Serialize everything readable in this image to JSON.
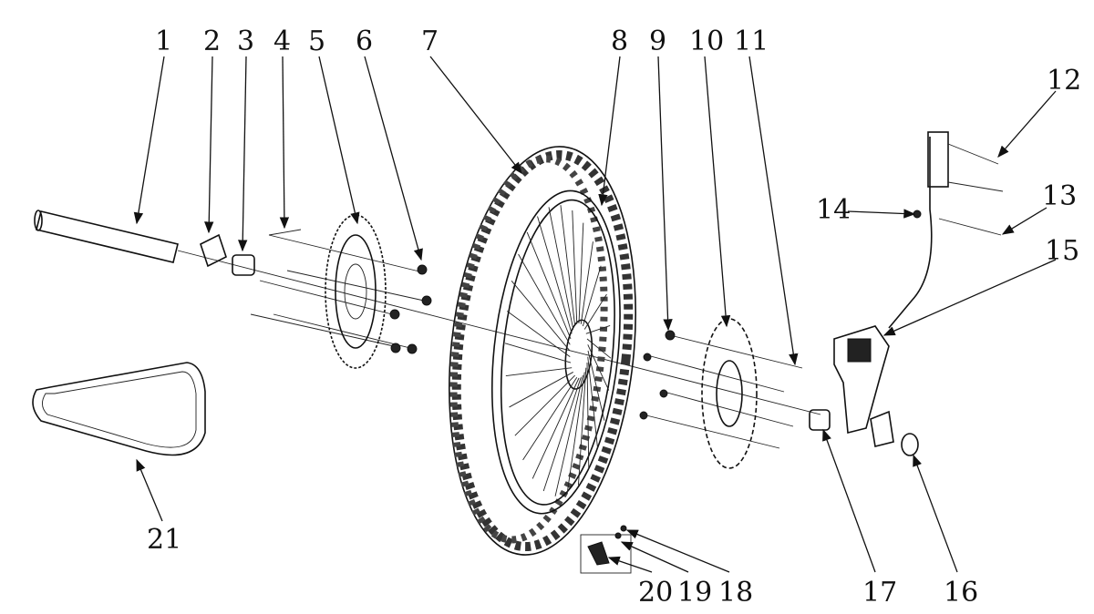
{
  "diagram": {
    "type": "exploded-parts-view",
    "callouts": [
      "1",
      "2",
      "3",
      "4",
      "5",
      "6",
      "7",
      "8",
      "9",
      "10",
      "11",
      "12",
      "13",
      "14",
      "15",
      "16",
      "17",
      "18",
      "19",
      "20",
      "21"
    ]
  }
}
